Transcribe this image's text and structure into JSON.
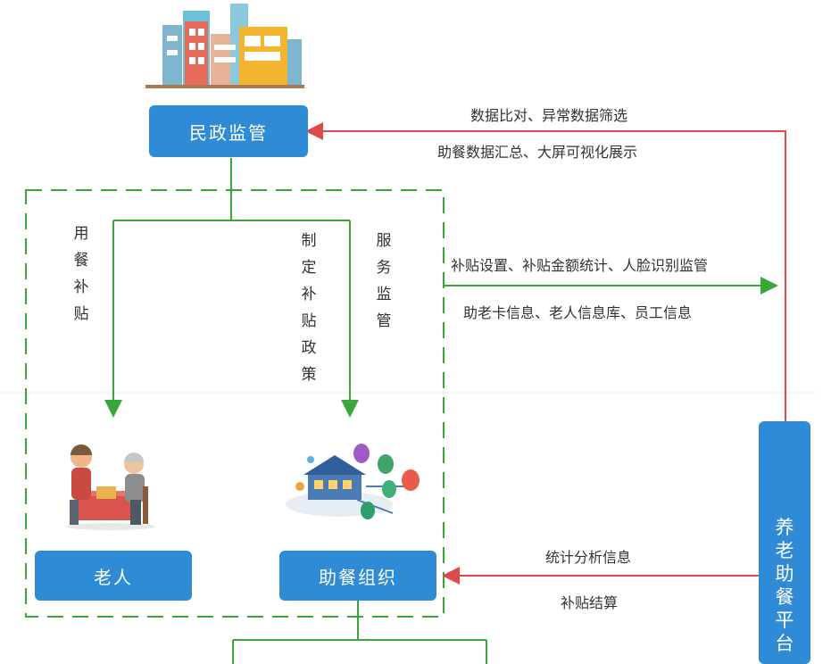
{
  "nodes": {
    "civil": "民政监管",
    "elderly": "老人",
    "org": "助餐组织",
    "platform": "养老助餐平台"
  },
  "labels": {
    "meal_subsidy": "用餐补贴",
    "make_policy": "制定补贴政策",
    "service_supervision": "服务监管",
    "data_compare": "数据比对、异常数据筛选",
    "data_summary": "助餐数据汇总、大屏可视化展示",
    "subsidy_settings": "补贴设置、补贴金额统计、人脸识别监管",
    "card_info": "助老卡信息、老人信息库、员工信息",
    "stats_analysis": "统计分析信息",
    "settlement": "补贴结算"
  },
  "colors": {
    "box": "#2f8bd6",
    "green": "#3aa53a",
    "red": "#e0494b",
    "dash": "#3aa53a"
  }
}
